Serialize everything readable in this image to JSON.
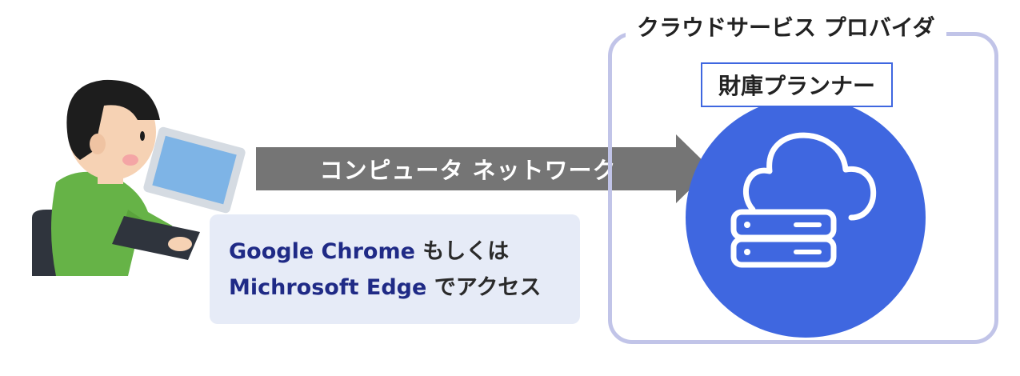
{
  "network_arrow": {
    "label": "コンピュータ ネットワーク",
    "color": "#757575"
  },
  "access_note": {
    "line1_browser": "Google Chrome",
    "line1_suffix": " もしくは",
    "line2_browser": "Michrosoft Edge",
    "line2_suffix": " でアクセス"
  },
  "provider": {
    "title": "クラウドサービス プロバイダ",
    "product": "財庫プランナー"
  },
  "icons": [
    "person-at-laptop-illustration",
    "cloud-server-icon"
  ],
  "colors": {
    "accent_blue": "#3f67e0",
    "provider_border": "#c1c4e8",
    "note_background": "#e6ebf7",
    "browser_text": "#1f2a86"
  }
}
